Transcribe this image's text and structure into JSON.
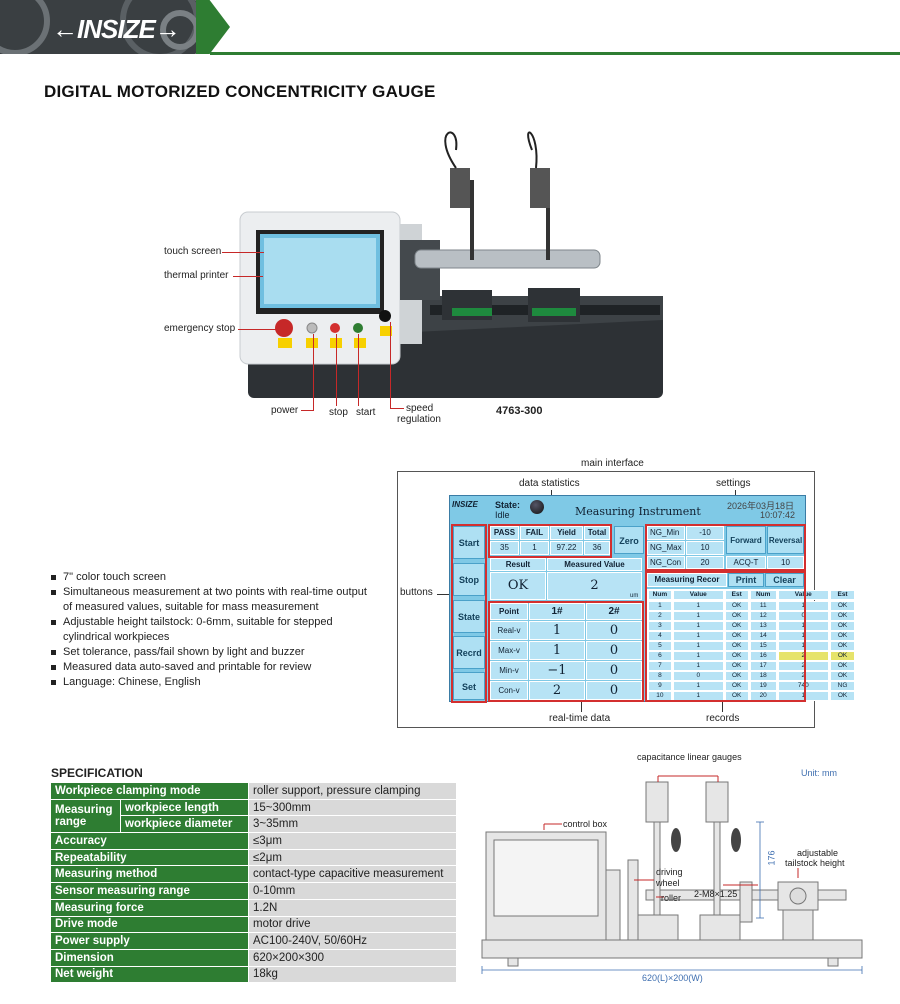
{
  "header": {
    "brand": "INSIZE"
  },
  "title": "DIGITAL MOTORIZED CONCENTRICITY GAUGE",
  "photo": {
    "labels": {
      "touch_screen": "touch screen",
      "thermal_printer": "thermal printer",
      "emergency_stop": "emergency stop",
      "power": "power",
      "stop": "stop",
      "start": "start",
      "speed_regulation_1": "speed",
      "speed_regulation_2": "regulation"
    },
    "model": "4763-300"
  },
  "features": [
    "7\" color touch screen",
    "Simultaneous measurement at two points with real-time output of measured values, suitable for mass measurement",
    "Adjustable height tailstock: 0-6mm, suitable for stepped cylindrical workpieces",
    "Set tolerance, pass/fail shown by light and buzzer",
    "Measured data auto-saved and printable for review",
    "Language: Chinese, English"
  ],
  "interface": {
    "labels": {
      "main_interface": "main interface",
      "data_statistics": "data statistics",
      "settings": "settings",
      "buttons": "buttons",
      "real_time_data": "real-time data",
      "records": "records"
    },
    "screen": {
      "logo": "INSIZE",
      "state_label": "State:",
      "state_value": "Idle",
      "title": "Measuring Instrument",
      "date": "2026年03月18日",
      "time": "10:07:42",
      "side_buttons": [
        "Start",
        "Stop",
        "State",
        "Recrd",
        "Set"
      ],
      "stats_headers": [
        "PASS",
        "FAIL",
        "Yield",
        "Total"
      ],
      "stats_values": [
        "35",
        "1",
        "97.22",
        "36"
      ],
      "zero": "Zero",
      "ng_min_label": "NG_Min",
      "ng_min_value": "-10",
      "ng_max_label": "NG_Max",
      "ng_max_value": "10",
      "ng_con_label": "NG_Con",
      "ng_con_value": "20",
      "acq_label": "ACQ-T",
      "acq_value": "10",
      "forward": "Forward",
      "reversal": "Reversal",
      "result_label": "Result",
      "measured_label": "Measured Value",
      "result_value": "OK",
      "measured_value": "2",
      "unit": "um",
      "point_label": "Point",
      "p1": "1#",
      "p2": "2#",
      "rows": [
        {
          "label": "Real-v",
          "v1": "1",
          "v2": "0"
        },
        {
          "label": "Max-v",
          "v1": "1",
          "v2": "0"
        },
        {
          "label": "Min-v",
          "v1": "−1",
          "v2": "0"
        },
        {
          "label": "Con-v",
          "v1": "2",
          "v2": "0"
        }
      ],
      "record_title": "Measuring Recor",
      "print": "Print",
      "clear": "Clear",
      "record_headers": [
        "Num",
        "Value",
        "Est",
        "Num",
        "Value",
        "Est"
      ],
      "records": [
        [
          "1",
          "1",
          "OK",
          "11",
          "1",
          "OK"
        ],
        [
          "2",
          "1",
          "OK",
          "12",
          "0",
          "OK"
        ],
        [
          "3",
          "1",
          "OK",
          "13",
          "1",
          "OK"
        ],
        [
          "4",
          "1",
          "OK",
          "14",
          "1",
          "OK"
        ],
        [
          "5",
          "1",
          "OK",
          "15",
          "1",
          "OK"
        ],
        [
          "6",
          "1",
          "OK",
          "16",
          "2",
          "OK"
        ],
        [
          "7",
          "1",
          "OK",
          "17",
          "2",
          "OK"
        ],
        [
          "8",
          "0",
          "OK",
          "18",
          "2",
          "OK"
        ],
        [
          "9",
          "1",
          "OK",
          "19",
          "740",
          "NG"
        ],
        [
          "10",
          "1",
          "OK",
          "20",
          "1",
          "OK"
        ]
      ]
    }
  },
  "specification": {
    "title": "SPECIFICATION",
    "rows": [
      {
        "key": "Workpiece clamping mode",
        "value": "roller support, pressure clamping"
      },
      {
        "key": "Measuring range",
        "sub": "workpiece length",
        "value": "15~300mm"
      },
      {
        "key": "",
        "sub": "workpiece diameter",
        "value": "3~35mm"
      },
      {
        "key": "Accuracy",
        "value": "≤3μm"
      },
      {
        "key": "Repeatability",
        "value": "≤2μm"
      },
      {
        "key": "Measuring method",
        "value": "contact-type capacitive measurement"
      },
      {
        "key": "Sensor measuring range",
        "value": "0-10mm"
      },
      {
        "key": "Measuring force",
        "value": "1.2N"
      },
      {
        "key": "Drive mode",
        "value": "motor drive"
      },
      {
        "key": "Power supply",
        "value": "AC100-240V, 50/60Hz"
      },
      {
        "key": "Dimension",
        "value": "620×200×300"
      },
      {
        "key": "Net weight",
        "value": "18kg"
      }
    ]
  },
  "drawing": {
    "gauges": "capacitance linear gauges",
    "unit": "Unit: mm",
    "control_box": "control box",
    "driving_wheel_1": "driving",
    "driving_wheel_2": "wheel",
    "roller": "roller",
    "thread": "2-M8×1.25",
    "height": "176",
    "tailstock_1": "adjustable",
    "tailstock_2": "tailstock height",
    "dimension": "620(L)×200(W)"
  }
}
